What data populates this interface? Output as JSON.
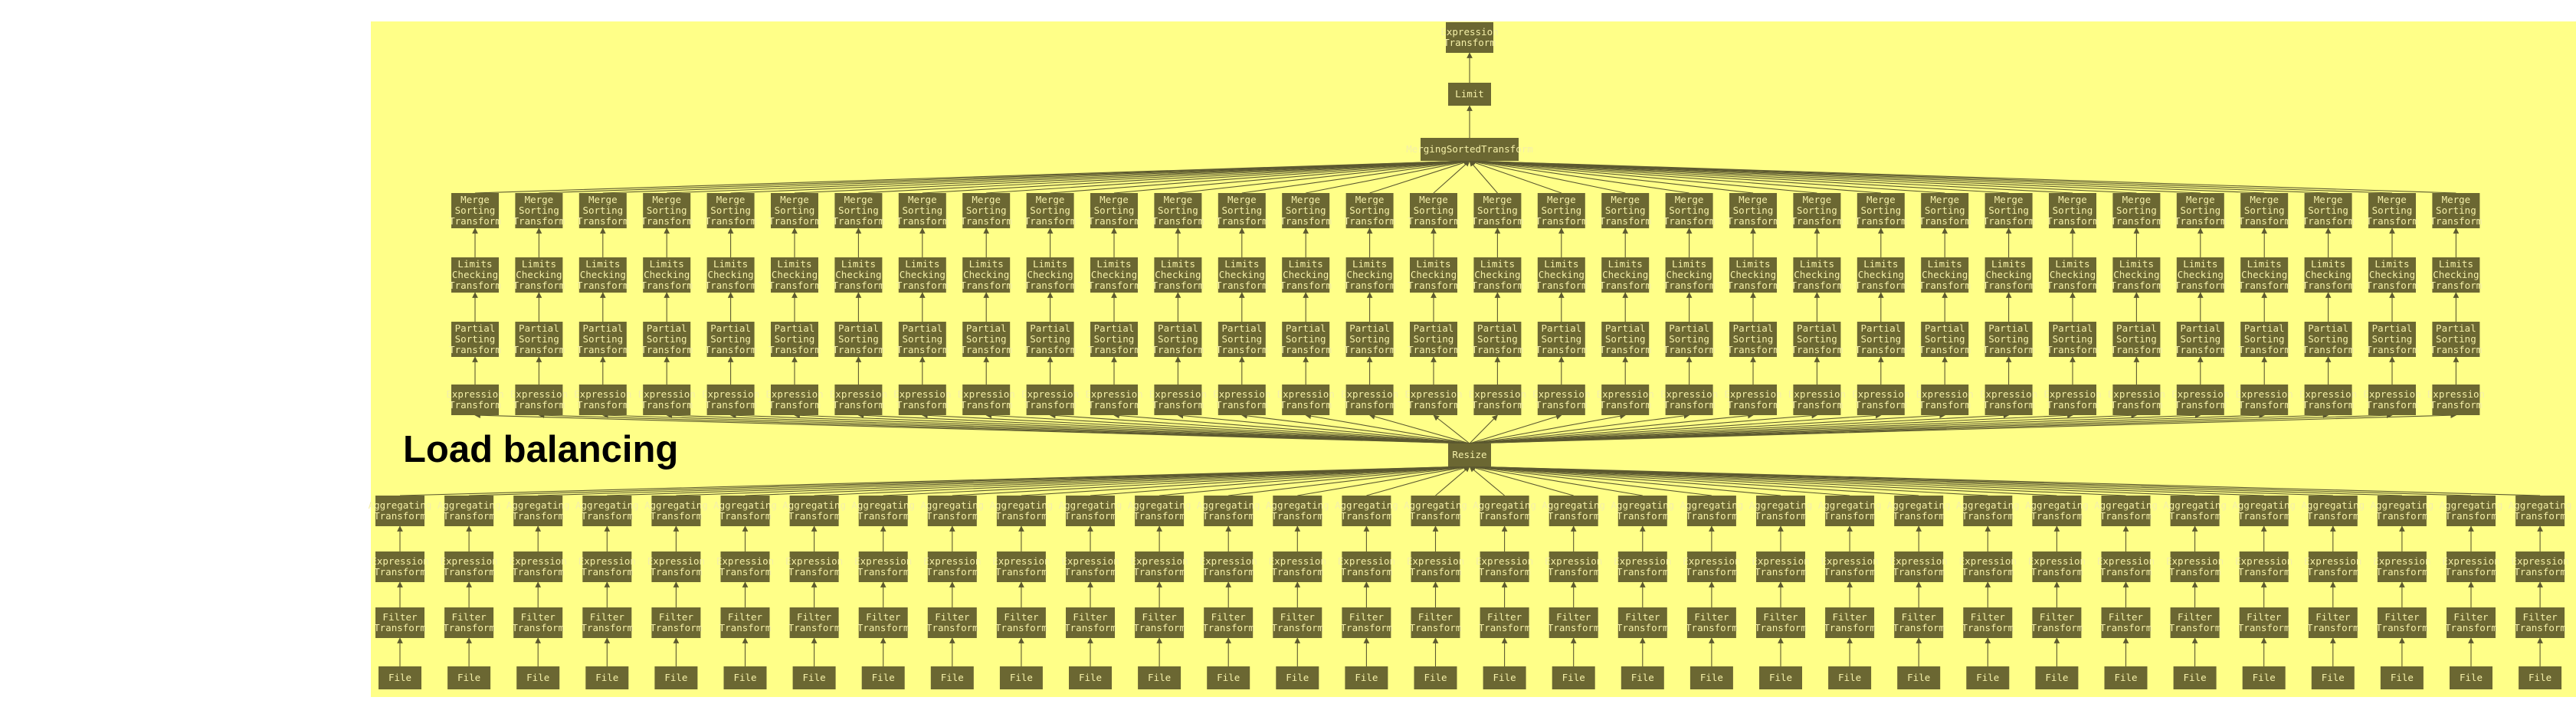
{
  "title": "Load balancing",
  "colors": {
    "background": "#ffff88",
    "node": "#6b6732",
    "node_text": "#f5f0a8",
    "edge": "#5c5930",
    "title": "#000000"
  },
  "node_labels": {
    "top_expression": "Expression\nTransform",
    "limit": "Limit",
    "merging": "MergingSortedTransform",
    "merge_sorting": "Merge\nSorting\nTransform",
    "limits_checking": "Limits\nChecking\nTransform",
    "partial_sorting": "Partial\nSorting\nTransform",
    "expression_upper": "Expression\nTransform",
    "resize": "Resize",
    "aggregating": "Aggregating\nTransform",
    "expression_lower": "Expression\nTransform",
    "filter": "Filter\nTransform",
    "file": "File"
  },
  "graph": {
    "upper_stream_count": 32,
    "lower_stream_count": 32,
    "upper_chain": [
      "merge_sorting",
      "limits_checking",
      "partial_sorting",
      "expression_upper"
    ],
    "lower_chain": [
      "file",
      "filter",
      "expression_lower",
      "aggregating"
    ],
    "edges_flow": "bottom-to-top",
    "all_lower_into": "resize",
    "resize_into_all_upper": "expression_upper",
    "all_upper_into": "merging",
    "merging_into": "limit",
    "limit_into": "top_expression"
  }
}
